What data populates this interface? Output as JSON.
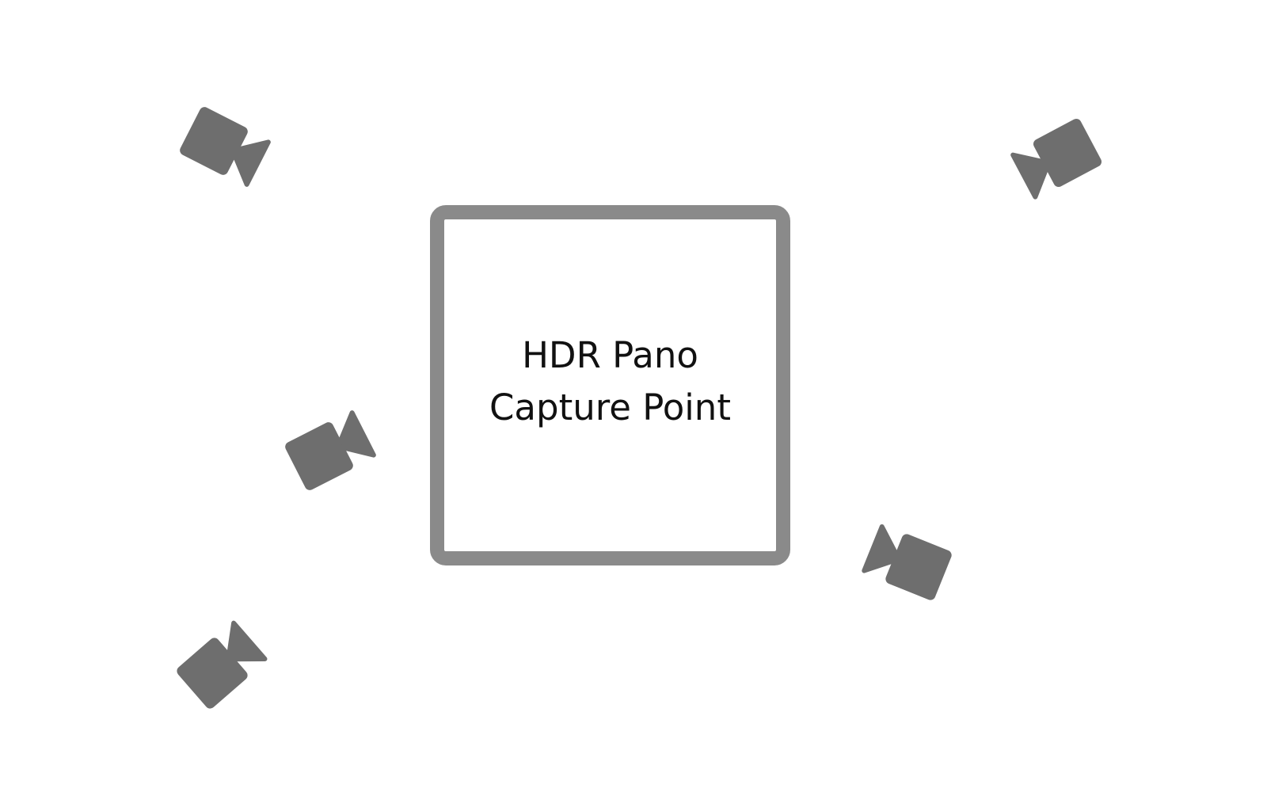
{
  "diagram": {
    "capture_point": {
      "label_line1": "HDR Pano",
      "label_line2": "Capture Point"
    },
    "colors": {
      "camera": "#6e6e6e",
      "box_border": "#8a8a8a",
      "text": "#111111",
      "background": "#ffffff"
    },
    "cameras": [
      {
        "name": "camera-top-left-icon",
        "icon": "video-camera-icon",
        "facing": "lower-right"
      },
      {
        "name": "camera-top-right-icon",
        "icon": "video-camera-icon",
        "facing": "lower-left"
      },
      {
        "name": "camera-middle-left-icon",
        "icon": "video-camera-icon",
        "facing": "upper-right"
      },
      {
        "name": "camera-middle-right-icon",
        "icon": "video-camera-icon",
        "facing": "upper-left"
      },
      {
        "name": "camera-bottom-left-icon",
        "icon": "video-camera-icon",
        "facing": "upper-right"
      }
    ]
  }
}
